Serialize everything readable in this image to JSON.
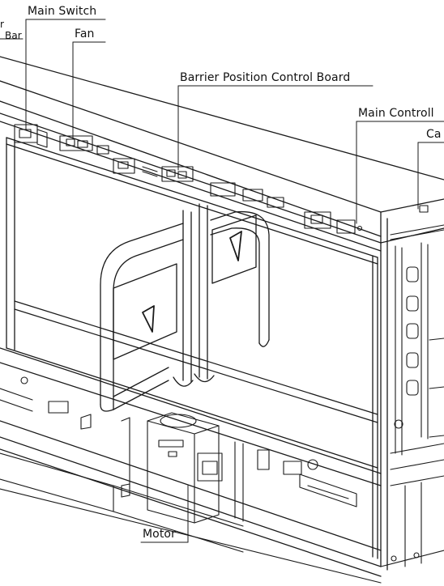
{
  "labels": {
    "main_switch": "Main Switch",
    "fan": "Fan",
    "bar_fragment_top": "r",
    "bar_fragment": "Bar",
    "barrier_position_board": "Barrier Position Control Board",
    "main_control_board": "Main Controll",
    "ca_fragment": "Ca",
    "motor": "Motor"
  }
}
